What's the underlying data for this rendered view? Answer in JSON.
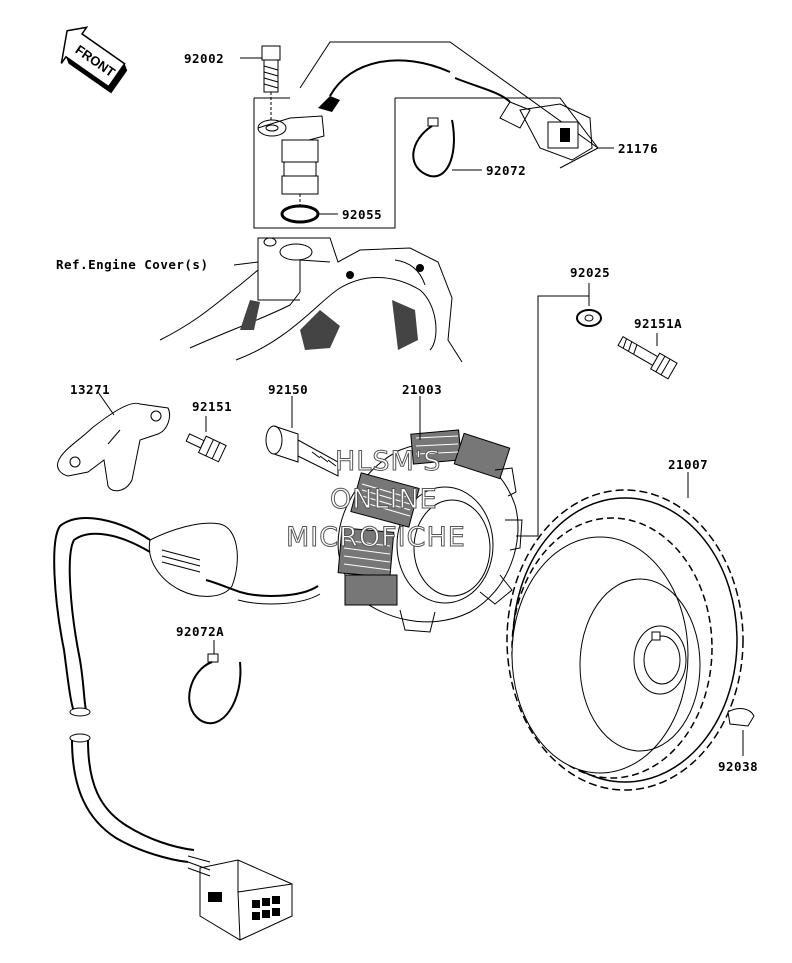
{
  "front_arrow": {
    "text": "FRONT"
  },
  "reference": {
    "text": "Ref.Engine Cover(s)"
  },
  "parts": [
    {
      "id": "p-92002",
      "number": "92002"
    },
    {
      "id": "p-21176",
      "number": "21176"
    },
    {
      "id": "p-92072",
      "number": "92072"
    },
    {
      "id": "p-92055",
      "number": "92055"
    },
    {
      "id": "p-92025",
      "number": "92025"
    },
    {
      "id": "p-92151A",
      "number": "92151A"
    },
    {
      "id": "p-13271",
      "number": "13271"
    },
    {
      "id": "p-92151",
      "number": "92151"
    },
    {
      "id": "p-92150",
      "number": "92150"
    },
    {
      "id": "p-21003",
      "number": "21003"
    },
    {
      "id": "p-21007",
      "number": "21007"
    },
    {
      "id": "p-92072A",
      "number": "92072A"
    },
    {
      "id": "p-92038",
      "number": "92038"
    }
  ],
  "watermark": {
    "line1": "HLSM'S",
    "line2": "ONLINE",
    "line3": "MICROFICHE"
  }
}
